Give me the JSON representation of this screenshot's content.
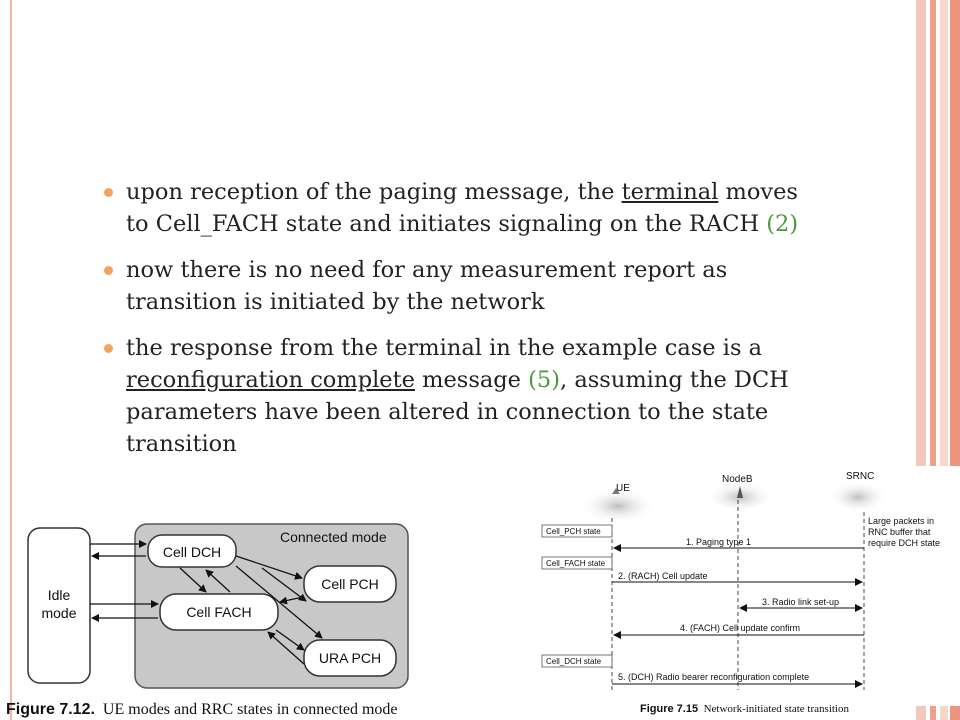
{
  "bullets": [
    {
      "parts": [
        {
          "text": "upon reception of the paging message, the "
        },
        {
          "text": "terminal",
          "style": "u"
        },
        {
          "text": " moves to Cell_FACH state and initiates signaling on the RACH "
        },
        {
          "text": "(2)",
          "style": "g"
        }
      ]
    },
    {
      "parts": [
        {
          "text": "now there is no need for any measurement report as transition is initiated by the network"
        }
      ]
    },
    {
      "parts": [
        {
          "text": "the response from the terminal in the example case is a "
        },
        {
          "text": "reconfiguration complete",
          "style": "u"
        },
        {
          "text": " message "
        },
        {
          "text": "(5)",
          "style": "g"
        },
        {
          "text": ", assuming the DCH parameters have been altered in connection to the state transition"
        }
      ]
    }
  ],
  "fig1": {
    "idle_line1": "Idle",
    "idle_line2": "mode",
    "connected_label": "Connected mode",
    "cell_dch": "Cell DCH",
    "cell_fach": "Cell FACH",
    "cell_pch": "Cell PCH",
    "ura_pch": "URA PCH",
    "caption_num": "Figure 7.12.",
    "caption_text": "UE modes and RRC states in connected mode"
  },
  "fig2": {
    "ue": "UE",
    "nodeb": "NodeB",
    "srnc": "SRNC",
    "note_line1": "Large packets in",
    "note_line2": "RNC buffer that",
    "note_line3": "require DCH state",
    "state_pch": "Cell_PCH state",
    "state_fach": "Cell_FACH state",
    "state_dch": "Cell_DCH state",
    "msg1": "1. Paging type 1",
    "msg2": "2. (RACH) Cell update",
    "msg3": "3. Radio link set-up",
    "msg4": "4. (FACH) Cell update confirm",
    "msg5": "5. (DCH) Radio bearer reconfiguration complete",
    "caption_num": "Figure 7.15",
    "caption_text": "Network-initiated state transition"
  },
  "colors": {
    "bullet": "#f3a35e",
    "highlight": "#4a9a3c",
    "accent_stripes": [
      "#f4c7bb",
      "#ee9f8c",
      "#f7d6cc",
      "#ec9480"
    ]
  }
}
